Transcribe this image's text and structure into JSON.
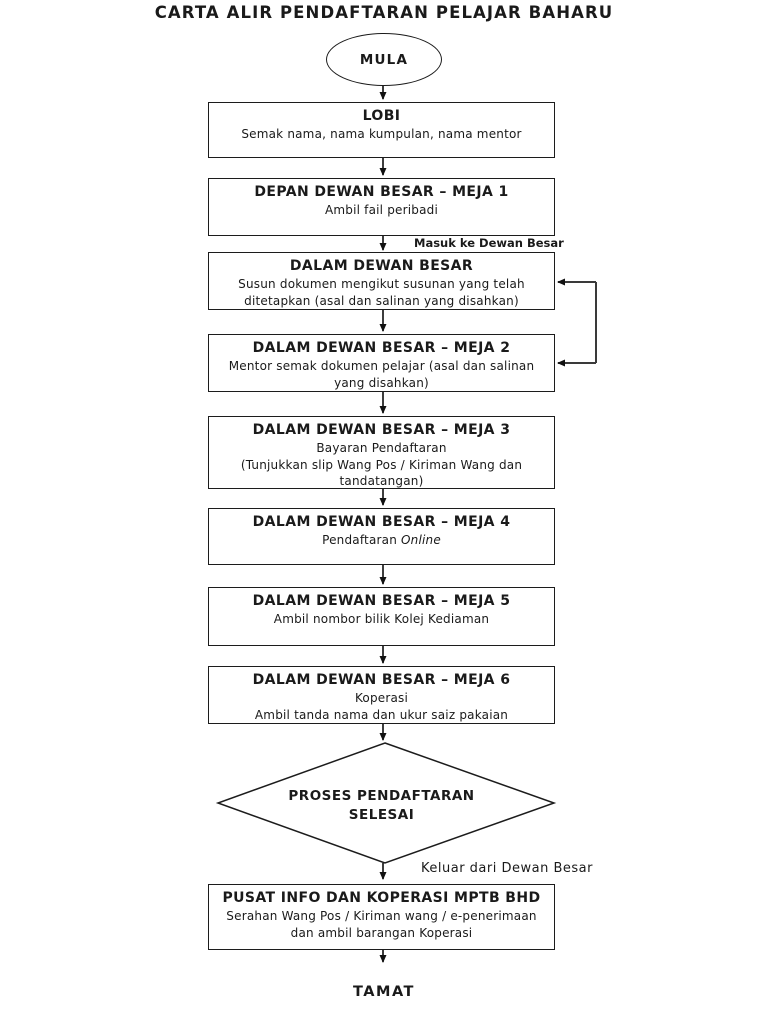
{
  "page": {
    "title": "CARTA ALIR PENDAFTARAN PELAJAR BAHARU",
    "end_label": "TAMAT"
  },
  "colors": {
    "line": "#1c1c1c",
    "loop_line": "#3a3a3a",
    "background": "#ffffff",
    "text": "#1a1a1a"
  },
  "nodes": {
    "start": {
      "label": "MULA"
    },
    "lobi": {
      "title": "LOBI",
      "body": "Semak nama, nama kumpulan, nama mentor"
    },
    "meja1": {
      "title": "DEPAN DEWAN BESAR – MEJA 1",
      "body": "Ambil fail peribadi"
    },
    "dewan": {
      "title": "DALAM DEWAN BESAR",
      "body": "Susun dokumen mengikut susunan yang telah ditetapkan (asal dan salinan yang disahkan)"
    },
    "meja2": {
      "title": "DALAM DEWAN BESAR – MEJA 2",
      "body": "Mentor semak dokumen pelajar (asal dan salinan yang disahkan)"
    },
    "meja3": {
      "title": "DALAM DEWAN BESAR – MEJA 3",
      "body_line1": "Bayaran Pendaftaran",
      "body_line2": "(Tunjukkan slip Wang Pos / Kiriman Wang dan tandatangan)"
    },
    "meja4": {
      "title": "DALAM DEWAN BESAR – MEJA 4",
      "body": "Pendaftaran",
      "body_italic": "Online"
    },
    "meja5": {
      "title": "DALAM DEWAN BESAR – MEJA 5",
      "body": "Ambil nombor bilik Kolej Kediaman"
    },
    "meja6": {
      "title": "DALAM DEWAN BESAR – MEJA 6",
      "body_line1": "Koperasi",
      "body_line2": "Ambil tanda nama dan ukur saiz pakaian"
    },
    "decision": {
      "line1": "PROSES PENDAFTARAN",
      "line2": "SELESAI"
    },
    "pusat": {
      "title": "PUSAT INFO DAN KOPERASI MPTB BHD",
      "body_line1": "Serahan Wang Pos / Kiriman wang / e-penerimaan",
      "body_line2": "dan ambil barangan Koperasi"
    }
  },
  "edge_labels": {
    "enter": "Masuk ke Dewan Besar",
    "exit": "Keluar dari Dewan Besar"
  }
}
